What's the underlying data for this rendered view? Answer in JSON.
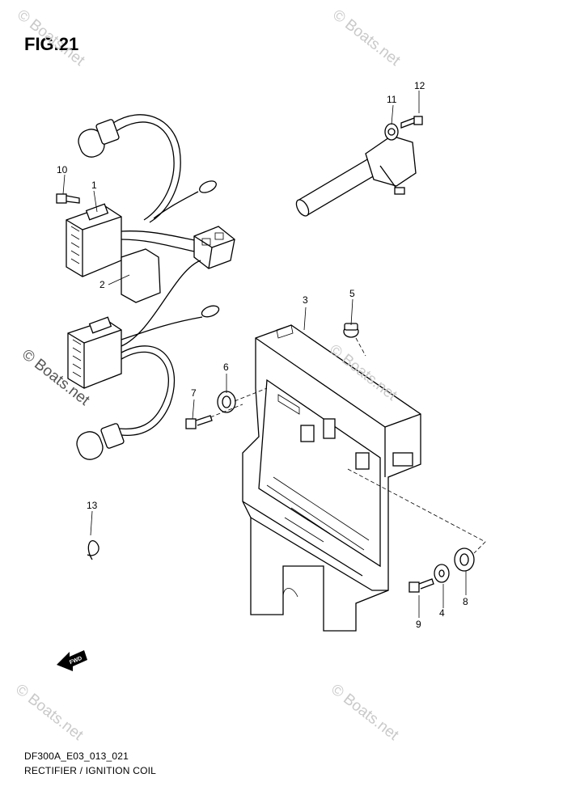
{
  "figure": {
    "title": "FIG.21",
    "code": "DF300A_E03_013_021",
    "caption": "RECTIFIER / IGNITION COIL",
    "fwd_label": "FWD"
  },
  "callouts": [
    "1",
    "2",
    "3",
    "4",
    "5",
    "6",
    "7",
    "8",
    "9",
    "10",
    "11",
    "12",
    "13"
  ],
  "watermarks": [
    "© Boats.net",
    "© Boats.net",
    "© Boats.net",
    "© Boats.net",
    "© Boats.net",
    "© Boats.net"
  ]
}
